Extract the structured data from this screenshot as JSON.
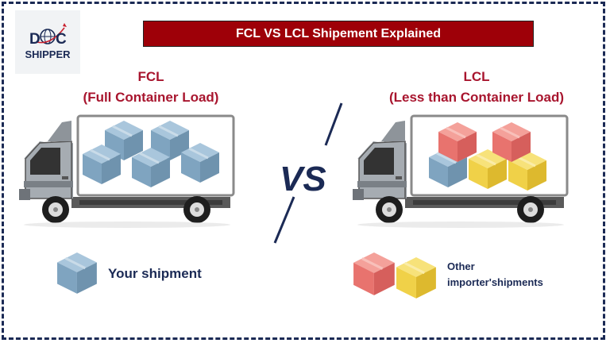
{
  "logo": {
    "line1_left": "D",
    "line1_right": "C",
    "line2": "SHIPPER"
  },
  "title": "FCL VS LCL Shipement Explained",
  "fcl": {
    "abbr": "FCL",
    "full": "(Full Container Load)",
    "boxes": [
      "blue",
      "blue",
      "blue",
      "blue",
      "blue"
    ]
  },
  "lcl": {
    "abbr": "LCL",
    "full": "(Less than Container Load)",
    "boxes": [
      "red",
      "red",
      "blue",
      "yellow",
      "yellow"
    ]
  },
  "vs_label": "VS",
  "legend": {
    "yours": "Your shipment",
    "others_line1": "Other",
    "others_line2": "importer'shipments"
  },
  "colors": {
    "title_bg": "#9e0008",
    "heading": "#a8152e",
    "navy": "#1b2a55",
    "box_blue": "#7fa4c0",
    "box_red": "#e8736e",
    "box_yellow": "#f0d148"
  }
}
